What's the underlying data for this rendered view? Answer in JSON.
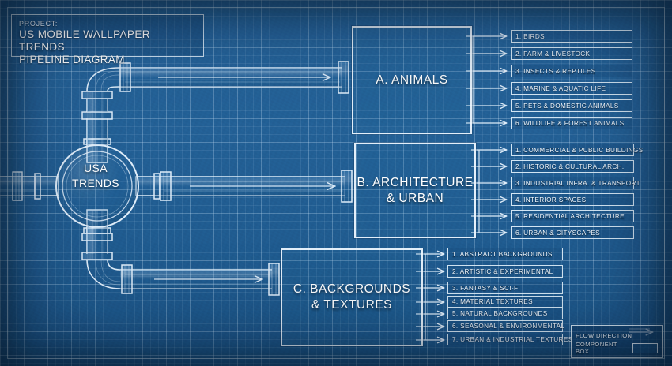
{
  "title_block": {
    "label": "PROJECT:",
    "line1": "US MOBILE WALLPAPER TRENDS",
    "line2": "PIPELINE DIAGRAM"
  },
  "hub": {
    "line1": "USA",
    "line2": "TRENDS"
  },
  "categories": [
    {
      "id": "animals",
      "title": "A. ANIMALS",
      "title_line2": "",
      "items": [
        "1. BIRDS",
        "2. FARM & LIVESTOCK",
        "3. INSECTS & REPTILES",
        "4. MARINE & AQUATIC LIFE",
        "5. PETS & DOMESTIC ANIMALS",
        "6. WILDLIFE & FOREST ANIMALS"
      ]
    },
    {
      "id": "architecture",
      "title": "B. ARCHITECTURE",
      "title_line2": "& URBAN",
      "items": [
        "1. COMMERCIAL & PUBLIC BUILDINGS",
        "2. HISTORIC & CULTURAL ARCH.",
        "3. INDUSTRIAL INFRA. & TRANSPORT",
        "4. INTERIOR SPACES",
        "5. RESIDENTIAL ARCHITECTURE",
        "6. URBAN & CITYSCAPES"
      ]
    },
    {
      "id": "backgrounds",
      "title": "C. BACKGROUNDS",
      "title_line2": "& TEXTURES",
      "items": [
        "1. ABSTRACT BACKGROUNDS",
        "2. ARTISTIC & EXPERIMENTAL",
        "3. FANTASY & SCI-FI",
        "4. MATERIAL TEXTURES",
        "5. NATURAL BACKGROUNDS",
        "6. SEASONAL & ENVIRONMENTAL",
        "7. URBAN & INDUSTRIAL TEXTURES"
      ]
    }
  ],
  "legend": {
    "flow_label": "FLOW DIRECTION",
    "component_label": "COMPONENT BOX"
  },
  "colors": {
    "blueprint_base": "#1f6099",
    "ink": "#eef7ff",
    "grid": "#d7eeff"
  }
}
